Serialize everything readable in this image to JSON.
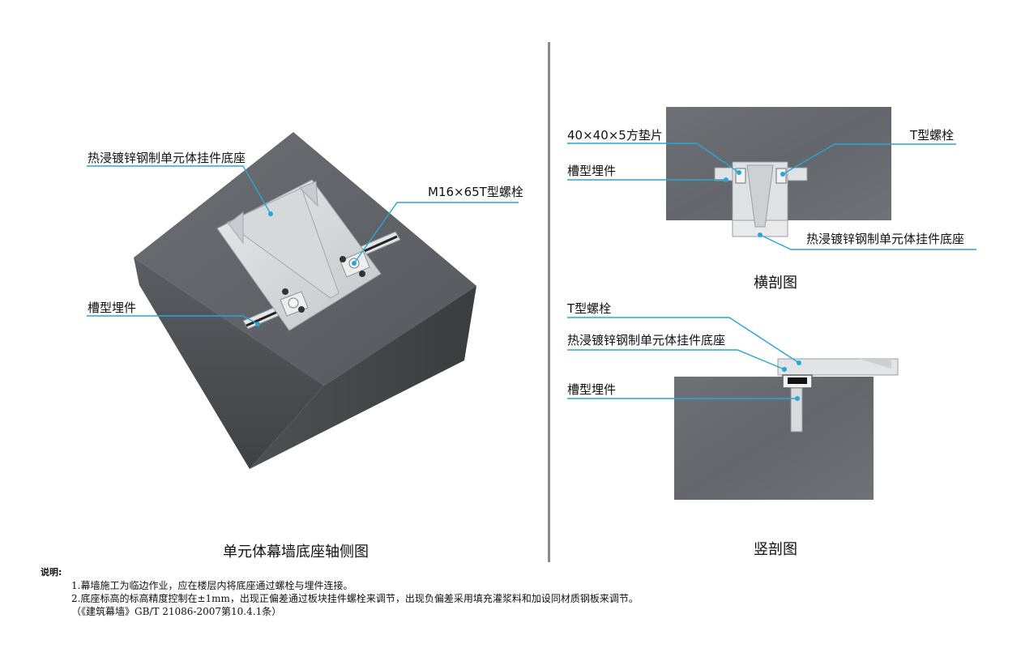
{
  "axonometric": {
    "title": "单元体幕墙底座轴侧图",
    "labels": {
      "base": "热浸镀锌钢制单元体挂件底座",
      "bolt": "M16×65T型螺栓",
      "channel": "槽型埋件"
    }
  },
  "cross_section": {
    "title": "横剖图",
    "labels": {
      "washer": "40×40×5方垫片",
      "tbolt": "T型螺栓",
      "channel": "槽型埋件",
      "base": "热浸镀锌钢制单元体挂件底座"
    }
  },
  "vertical_section": {
    "title": "竖剖图",
    "labels": {
      "tbolt": "T型螺栓",
      "base": "热浸镀锌钢制单元体挂件底座",
      "channel": "槽型埋件"
    }
  },
  "notes": {
    "heading": "说明:",
    "lines": [
      "1.幕墙施工为临边作业，应在楼层内将底座通过螺栓与埋件连接。",
      "2.底座标高的标高精度控制在±1mm，出现正偏差通过板块挂件螺栓来调节，出现负偏差采用填充灌浆料和加设同材质钢板来调节。",
      "（《建筑幕墙》GB/T 21086-2007第10.4.1条）"
    ]
  },
  "colors": {
    "concrete": "#5f6266",
    "leader": "#2aa6d6",
    "steel": "#d9dcde"
  }
}
